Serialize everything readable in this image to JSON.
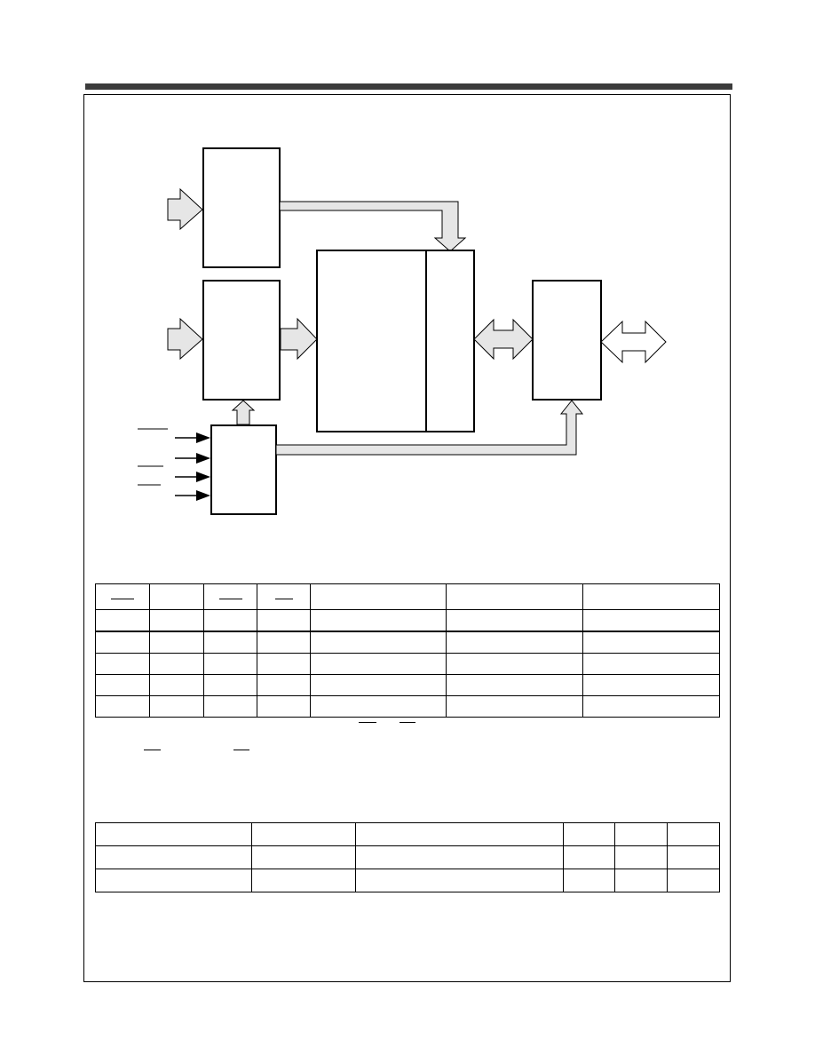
{
  "diagram": {
    "blocks": [
      "top-left-block",
      "mid-left-block",
      "memory-array",
      "io-block",
      "control-block"
    ],
    "control_inputs": 4
  },
  "truth_table": {
    "columns": 7,
    "overbar_headers": [
      0,
      2,
      3
    ],
    "rows": 5
  },
  "dc_table": {
    "columns": 6,
    "rows": 3
  }
}
